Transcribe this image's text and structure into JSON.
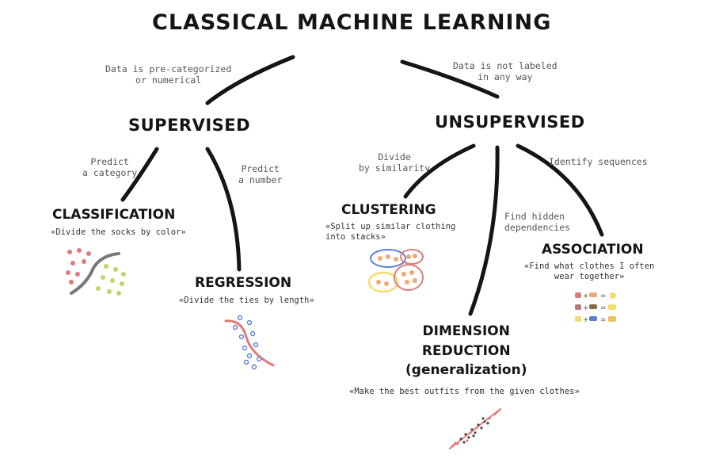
{
  "title": "CLASSICAL MACHINE LEARNING",
  "branches": {
    "supervised": {
      "label": "SUPERVISED",
      "note": "Data is pre-categorized\nor numerical"
    },
    "unsupervised": {
      "label": "UNSUPERVISED",
      "note": "Data is not labeled\nin any way"
    }
  },
  "edges": {
    "classification": "Predict\na category",
    "regression": "Predict\na number",
    "clustering": "Divide\nby similarity",
    "association": "Identify sequences",
    "dimension_reduction": "Find hidden\ndependencies"
  },
  "nodes": {
    "classification": {
      "label": "CLASSIFICATION",
      "description": "«Divide the socks by color»"
    },
    "regression": {
      "label": "REGRESSION",
      "description": "«Divide the ties by length»"
    },
    "clustering": {
      "label": "CLUSTERING",
      "description": "«Split up similar clothing\ninto stacks»"
    },
    "association": {
      "label": "ASSOCIATION",
      "description": "«Find what clothes I often\nwear together»"
    },
    "dimension_reduction": {
      "label": "DIMENSION\nREDUCTION\n(generalization)",
      "description": "«Make the best outfits from the given clothes»"
    }
  },
  "colors": {
    "ink": "#151515",
    "red": "#e07a7a",
    "blue": "#5b7fd6",
    "green": "#b8d86b",
    "yellow": "#f2dc6e",
    "gray": "#777777"
  }
}
